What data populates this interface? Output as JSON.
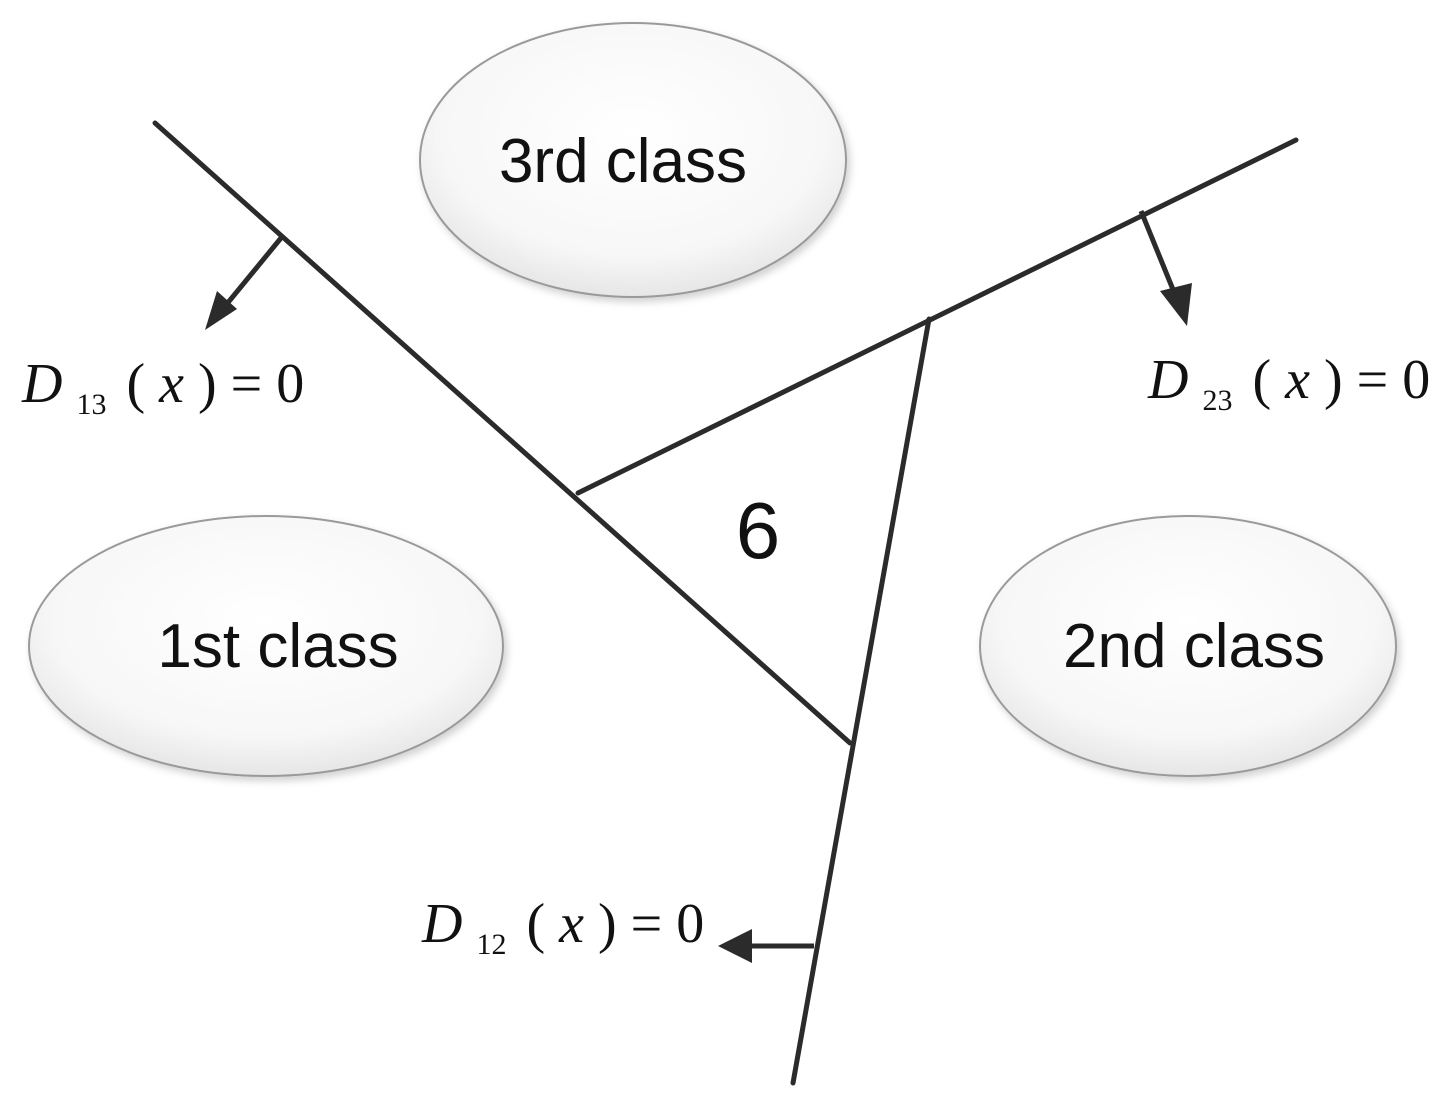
{
  "classes": {
    "first": "1st class",
    "second": "2nd class",
    "third": "3rd class"
  },
  "region": {
    "label": "6"
  },
  "boundaries": {
    "d13": {
      "letter": "D",
      "subscript": "13",
      "argument": "(x) = 0",
      "open": "(",
      "var": "x",
      "close": ") = 0"
    },
    "d23": {
      "letter": "D",
      "subscript": "23",
      "open": "(",
      "var": "x",
      "close": ") = 0"
    },
    "d12": {
      "letter": "D",
      "subscript": "12",
      "open": "(",
      "var": "x",
      "close": ") = 0"
    }
  }
}
